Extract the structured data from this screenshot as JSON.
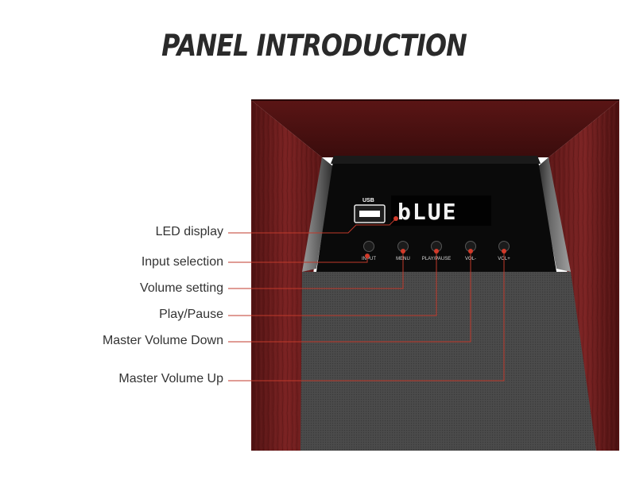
{
  "title": "PANEL INTRODUCTION",
  "display": {
    "text": "bLUE",
    "usb_label": "USB"
  },
  "buttons": [
    "INPUT",
    "MENU",
    "PLAY/PAUSE",
    "VOL-",
    "VOL+"
  ],
  "callouts": [
    "LED display",
    "Input selection",
    "Volume setting",
    "Play/Pause",
    "Master Volume Down",
    "Master Volume Up"
  ],
  "colors": {
    "wood": "#6e1c1c",
    "panel": "#0a0a0a",
    "grille": "#4a4a4a",
    "callout_line": "#c0392b"
  }
}
